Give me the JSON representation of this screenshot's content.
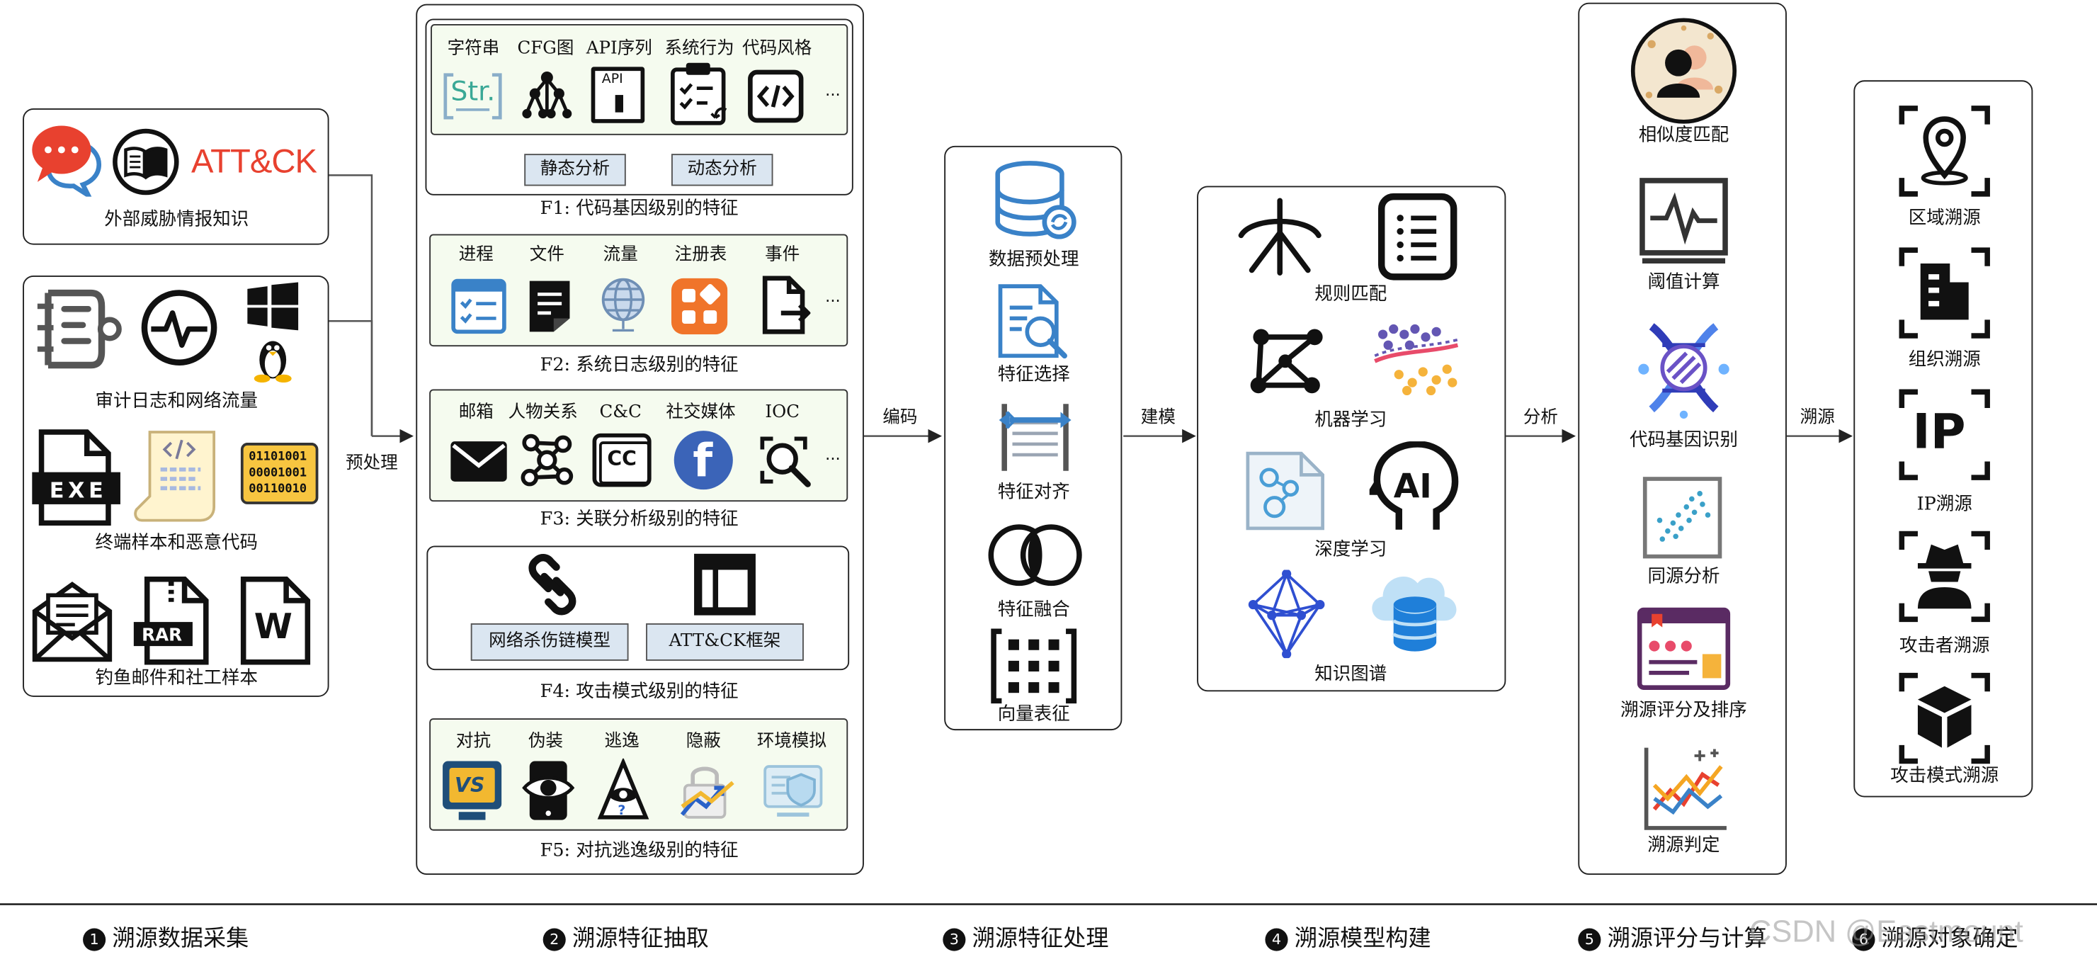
{
  "column1": {
    "group1": {
      "att_logo": "ATT&CK",
      "caption": "外部威胁情报知识"
    },
    "group2": {
      "cap_audit": "审计日志和网络流量",
      "exe_label": "EXE",
      "binary_text": "01101001\n00001001\n00110010",
      "cap_terminal": "终端样本和恶意代码",
      "rar_label": "RAR",
      "word_label": "W",
      "cap_phish": "钓鱼邮件和社工样本"
    }
  },
  "arrows": {
    "preprocess": "预处理",
    "encode": "编码",
    "model": "建模",
    "analyze": "分析",
    "trace": "溯源"
  },
  "column2": {
    "f1": {
      "labels": [
        "字符串",
        "CFG图",
        "API序列",
        "系统行为",
        "代码风格"
      ],
      "str_icon_text": "Str.",
      "api_icon_text": "API",
      "static_btn": "静态分析",
      "dynamic_btn": "动态分析",
      "caption": "F1: 代码基因级别的特征"
    },
    "f2": {
      "labels": [
        "进程",
        "文件",
        "流量",
        "注册表",
        "事件"
      ],
      "caption": "F2: 系统日志级别的特征"
    },
    "f3": {
      "labels": [
        "邮箱",
        "人物关系",
        "C&C",
        "社交媒体",
        "IOC"
      ],
      "cc_icon_text": "CC",
      "fb_icon_text": "f",
      "caption": "F3: 关联分析级别的特征"
    },
    "f4": {
      "btn_killchain": "网络杀伤链模型",
      "btn_attck": "ATT&CK框架",
      "caption": "F4: 攻击模式级别的特征"
    },
    "f5": {
      "labels": [
        "对抗",
        "伪装",
        "逃逸",
        "隐蔽",
        "环境模拟"
      ],
      "vs_icon_text": "VS",
      "caption": "F5: 对抗逃逸级别的特征"
    },
    "ellipsis": "···"
  },
  "column3": {
    "items": [
      "数据预处理",
      "特征选择",
      "特征对齐",
      "特征融合",
      "向量表征"
    ]
  },
  "column4": {
    "items": [
      "规则匹配",
      "机器学习",
      "深度学习",
      "知识图谱"
    ],
    "ai_icon_text": "AI"
  },
  "column5": {
    "items": [
      "相似度匹配",
      "阈值计算",
      "代码基因识别",
      "同源分析",
      "溯源评分及排序",
      "溯源判定"
    ]
  },
  "column6": {
    "items": [
      "区域溯源",
      "组织溯源",
      "IP溯源",
      "攻击者溯源",
      "攻击模式溯源"
    ],
    "ip_icon_text": "IP"
  },
  "stages": [
    {
      "num": "1",
      "label": "溯源数据采集"
    },
    {
      "num": "2",
      "label": "溯源特征抽取"
    },
    {
      "num": "3",
      "label": "溯源特征处理"
    },
    {
      "num": "4",
      "label": "溯源模型构建"
    },
    {
      "num": "5",
      "label": "溯源评分与计算"
    },
    {
      "num": "6",
      "label": "溯源对象确定"
    }
  ],
  "watermark": "CSDN @Eastmount",
  "colors": {
    "red": "#e8412f",
    "blue": "#3a82c8",
    "orange": "#f0742a",
    "green_bg": "#f5fbef",
    "button_bg": "#dbe6f1"
  }
}
